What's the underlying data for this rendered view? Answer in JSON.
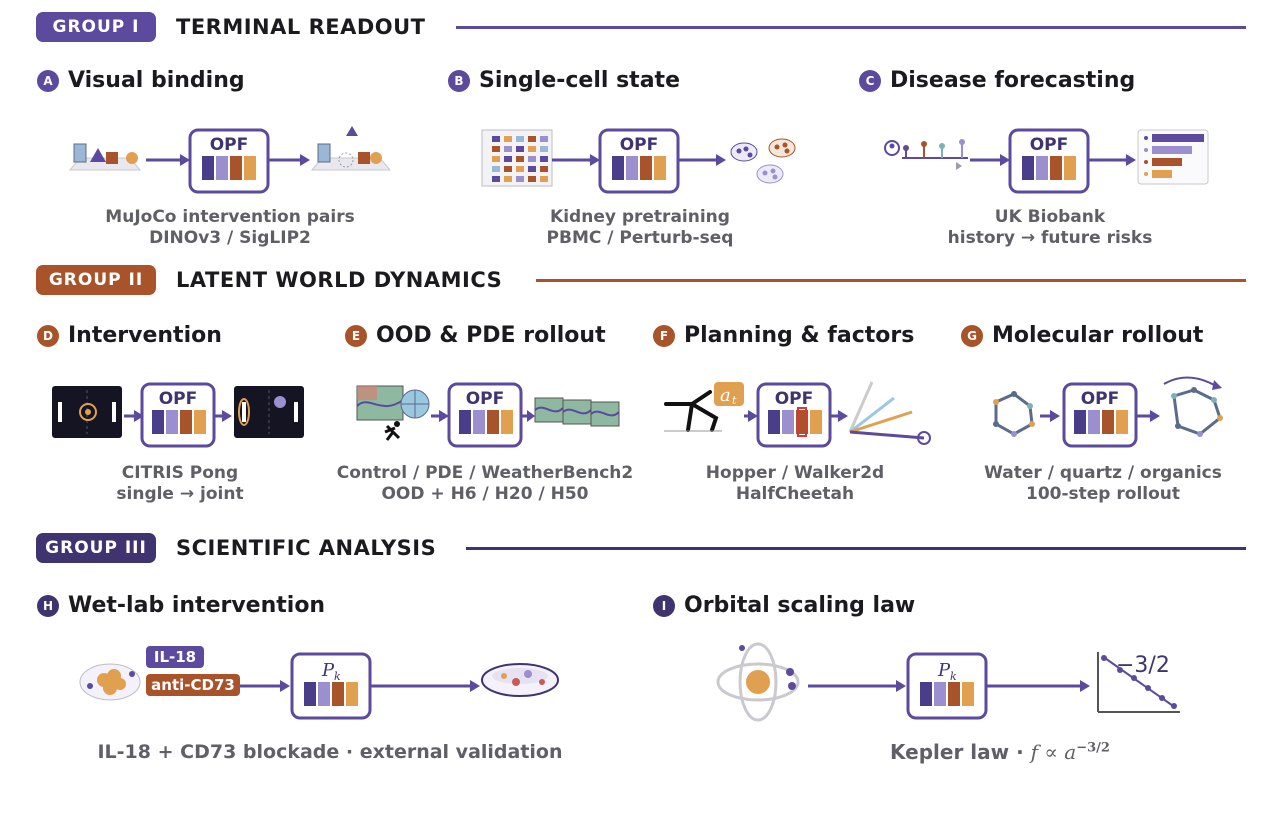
{
  "colors": {
    "purple": "#5b4a9e",
    "purple_dark": "#3f3470",
    "brown": "#a9532a",
    "orange": "#e0a050",
    "lavender": "#9b8fd0"
  },
  "groups": [
    {
      "badge": "GROUP I",
      "title": "TERMINAL READOUT"
    },
    {
      "badge": "GROUP II",
      "title": "LATENT WORLD DYNAMICS"
    },
    {
      "badge": "GROUP III",
      "title": "SCIENTIFIC ANALYSIS"
    }
  ],
  "panels": [
    {
      "letter": "A",
      "title": "Visual binding",
      "caption": [
        "MuJoCo intervention pairs",
        "DINOv3 / SigLIP2"
      ],
      "model": "OPF"
    },
    {
      "letter": "B",
      "title": "Single-cell state",
      "caption": [
        "Kidney pretraining",
        "PBMC / Perturb-seq"
      ],
      "model": "OPF"
    },
    {
      "letter": "C",
      "title": "Disease forecasting",
      "caption": [
        "UK Biobank",
        "history → future risks"
      ],
      "model": "OPF"
    },
    {
      "letter": "D",
      "title": "Intervention",
      "caption": [
        "CITRIS Pong",
        "single → joint"
      ],
      "model": "OPF"
    },
    {
      "letter": "E",
      "title": "OOD & PDE rollout",
      "caption": [
        "Control / PDE / WeatherBench2",
        "OOD + H6 / H20 / H50"
      ],
      "model": "OPF"
    },
    {
      "letter": "F",
      "title": "Planning & factors",
      "caption": [
        "Hopper / Walker2d",
        "HalfCheetah"
      ],
      "model": "OPF",
      "action_label": "a",
      "action_sub": "t"
    },
    {
      "letter": "G",
      "title": "Molecular rollout",
      "caption": [
        "Water / quartz / organics",
        "100-step rollout"
      ],
      "model": "OPF"
    },
    {
      "letter": "H",
      "title": "Wet-lab intervention",
      "caption": [
        "IL-18 + CD73 blockade · external validation"
      ],
      "model": "P",
      "model_sub": "k",
      "tags": [
        "IL-18",
        "anti-CD73"
      ]
    },
    {
      "letter": "I",
      "title": "Orbital scaling law",
      "caption_text": "Kepler law · ",
      "formula": "f ∝ a",
      "formula_exp": "−3/2",
      "model": "P",
      "model_sub": "k",
      "slope_label": "−3/2"
    }
  ]
}
